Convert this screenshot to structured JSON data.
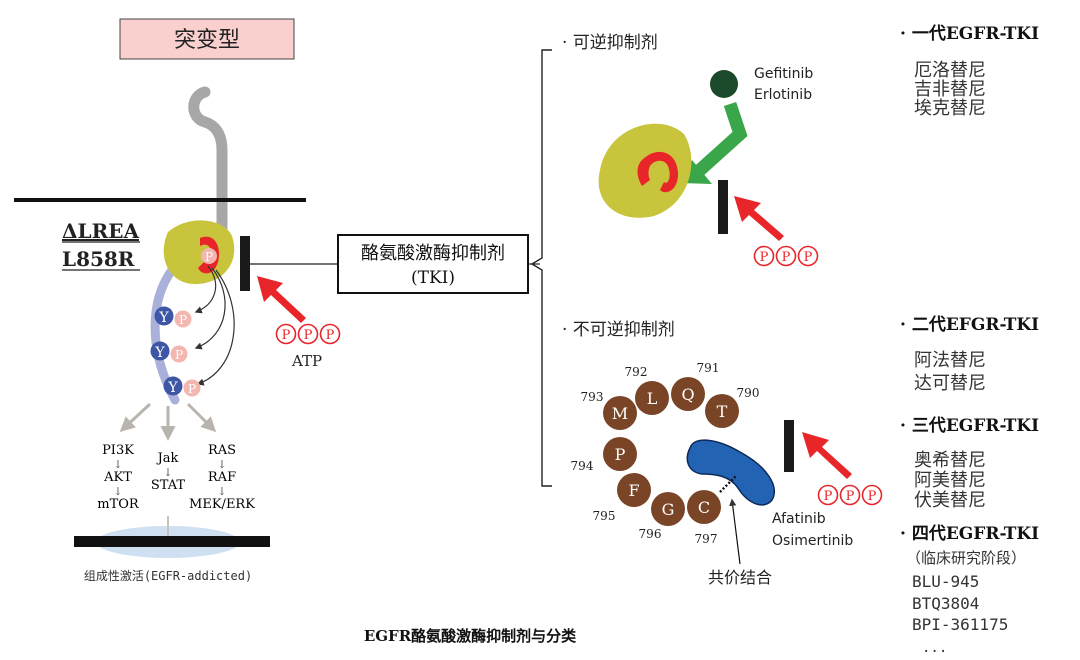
{
  "left_panel": {
    "mutant_title": "突变型",
    "mutations": [
      "ΔLREA",
      "L858R"
    ],
    "tyrosine_label": "Y",
    "phosphate_label": "P",
    "atp_label": "ATP",
    "pathways": [
      {
        "items": [
          "PI3K",
          "AKT",
          "mTOR"
        ]
      },
      {
        "items": [
          "Jak",
          "STAT"
        ]
      },
      {
        "items": [
          "RAS",
          "RAF",
          "MEK/ERK"
        ]
      }
    ],
    "activation_caption": "组成性激活(EGFR-addicted)"
  },
  "tki_box": {
    "line1": "酪氨酸激酶抑制剂",
    "line2": "(TKI)"
  },
  "reversible": {
    "heading": "· 可逆抑制剂",
    "drugs": [
      "Gefitinib",
      "Erlotinib"
    ]
  },
  "irreversible": {
    "heading": "· 不可逆抑制剂",
    "residues": [
      {
        "letter": "M",
        "number": "793"
      },
      {
        "letter": "L",
        "number": "792"
      },
      {
        "letter": "Q",
        "number": "791"
      },
      {
        "letter": "T",
        "number": "790"
      },
      {
        "letter": "P",
        "number": "794"
      },
      {
        "letter": "F",
        "number": "795"
      },
      {
        "letter": "G",
        "number": "796"
      },
      {
        "letter": "C",
        "number": "797"
      }
    ],
    "drugs": [
      "Afatinib",
      "Osimertinib"
    ],
    "covalent_label": "共价结合"
  },
  "generations": [
    {
      "title": "· 一代EGFR-TKI",
      "items": [
        "厄洛替尼",
        "吉非替尼",
        "埃克替尼"
      ]
    },
    {
      "title": "· 二代EFGR-TKI",
      "items": [
        "阿法替尼",
        "达可替尼"
      ]
    },
    {
      "title": "· 三代EGFR-TKI",
      "items": [
        "奥希替尼",
        "阿美替尼",
        "伏美替尼"
      ]
    },
    {
      "title": "· 四代EGFR-TKI",
      "items": [
        "（临床研究阶段）",
        "BLU-945",
        "BTQ3804",
        "BPI-361175",
        "..."
      ]
    }
  ],
  "caption": "EGFR酪氨酸激酶抑制剂与分类",
  "colors": {
    "kinase": "#c8c43c",
    "atp_site": "#e8262a",
    "tail": "#a9b0da",
    "tyrosine": "#3d56a6",
    "phosphate": "#f3b7b0",
    "residue": "#7a4526",
    "inhibitor_blue": "#2363b3",
    "drug_green": "#3aa64a",
    "drug_dark": "#1a4a2a",
    "title_box_fill": "#f9d0cd"
  }
}
